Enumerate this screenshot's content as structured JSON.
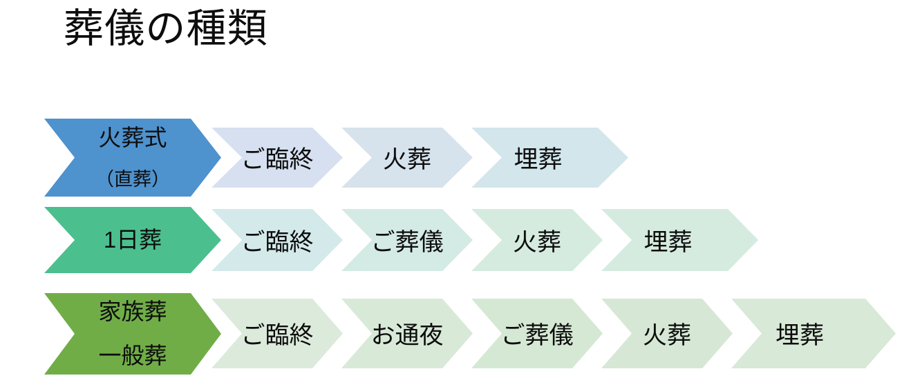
{
  "page": {
    "title": "葬儀の種類",
    "background_color": "#FFFFFF"
  },
  "diagram": {
    "type": "process-flow",
    "rows": [
      {
        "id": "kasoshiki",
        "category_lines": [
          "火葬式",
          "（直葬）"
        ],
        "category_color": "#4E92CE",
        "step_colors": [
          "#D6E0F0",
          "#D6E2EC",
          "#D2E6EC"
        ],
        "steps": [
          "ご臨終",
          "火葬",
          "埋葬"
        ]
      },
      {
        "id": "ichinichisou",
        "category_lines": [
          "1日葬"
        ],
        "category_color": "#4CBF8E",
        "step_colors": [
          "#D4E9EA",
          "#D4EAE4",
          "#D5EBE0",
          "#D5EBDF"
        ],
        "steps": [
          "ご臨終",
          "ご葬儀",
          "火葬",
          "埋葬"
        ]
      },
      {
        "id": "kazokusou-ippansou",
        "category_lines": [
          "家族葬",
          "一般葬"
        ],
        "category_color": "#70AD47",
        "step_colors": [
          "#DCEADC",
          "#D8E9D8",
          "#D5E8D4",
          "#D6E8D5",
          "#D8E9D7"
        ],
        "steps": [
          "ご臨終",
          "お通夜",
          "ご葬儀",
          "火葬",
          "埋葬"
        ]
      }
    ]
  }
}
